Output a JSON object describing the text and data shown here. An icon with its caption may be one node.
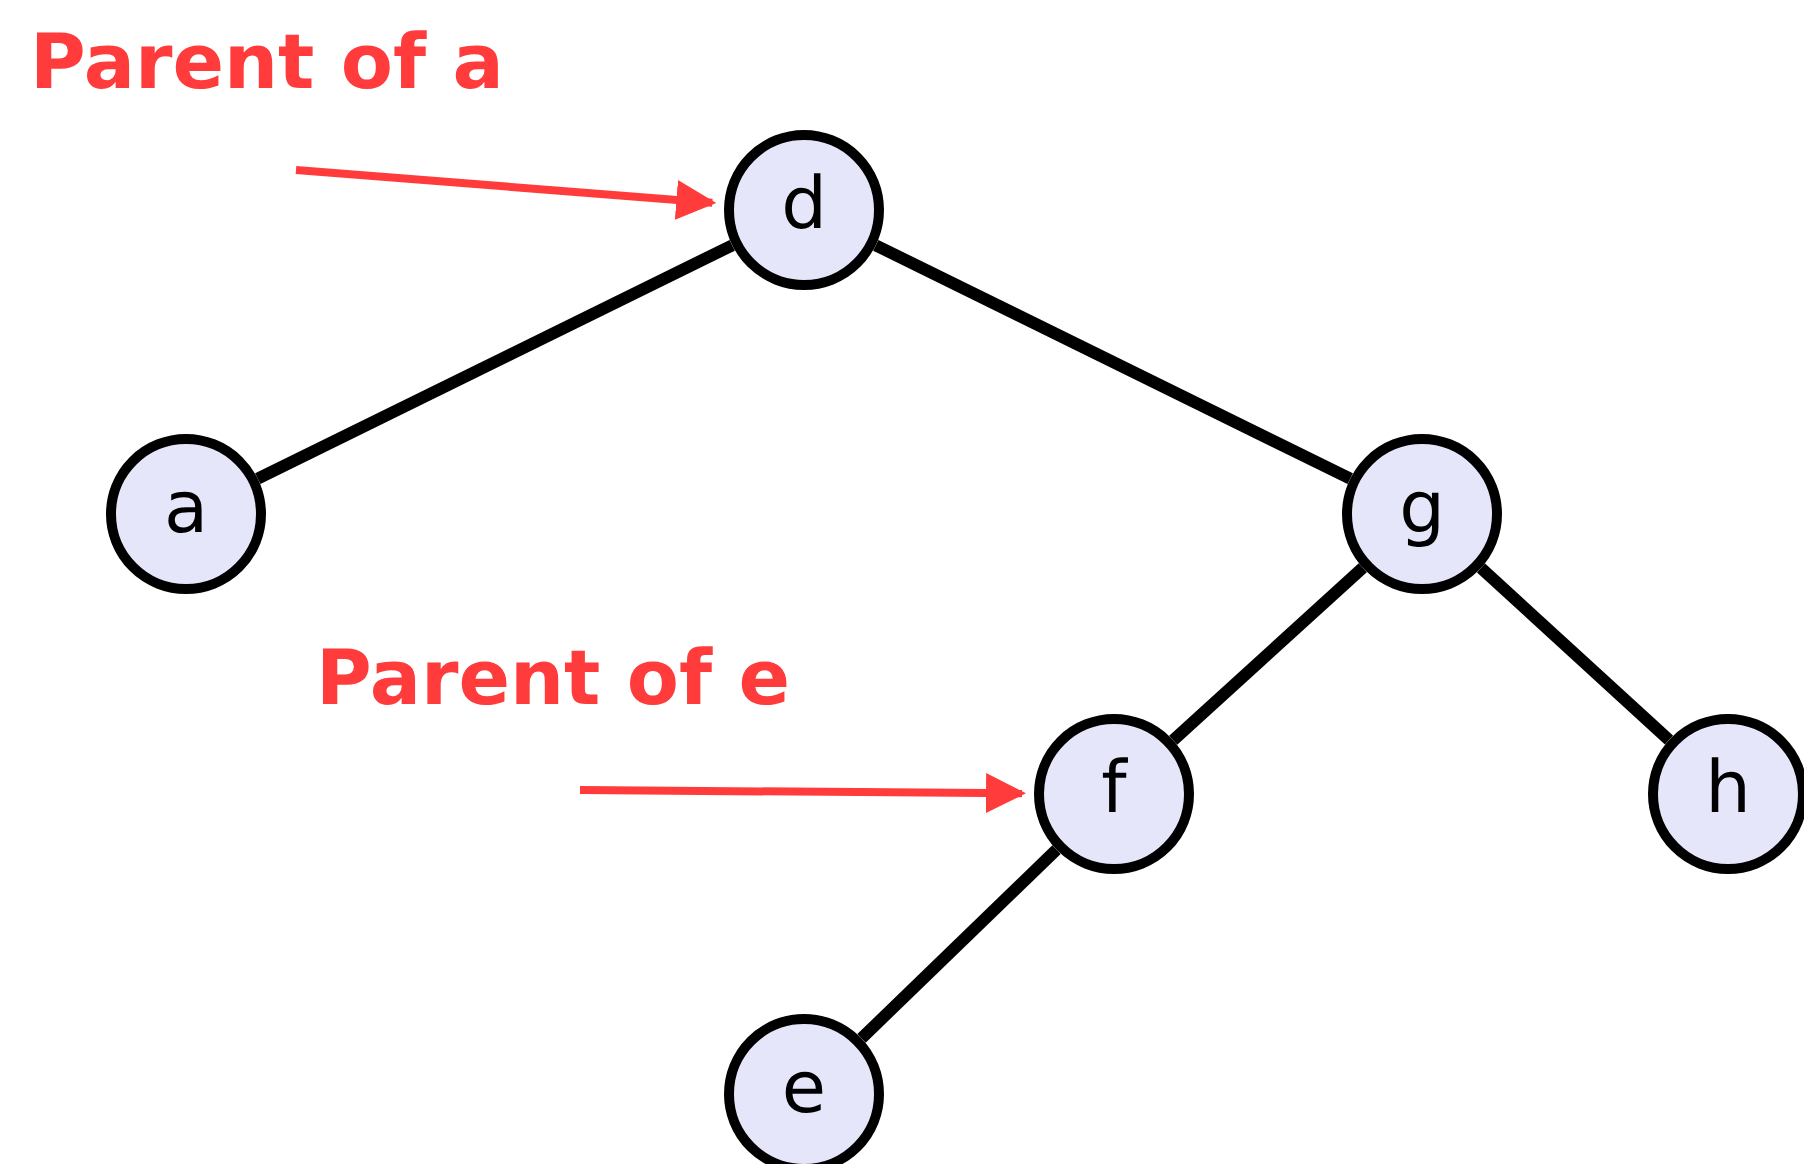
{
  "diagram": {
    "nodes": [
      {
        "text": [
          "d"
        ]
      },
      {
        "text": [
          "a"
        ]
      },
      {
        "text": [
          "g"
        ]
      },
      {
        "text": [
          "f"
        ]
      },
      {
        "text": [
          "h"
        ]
      },
      {
        "text": [
          "e"
        ]
      }
    ],
    "edges": [
      {
        "from": null,
        "to": 0,
        "arrow": "to",
        "color": "#ff3b3b"
      },
      {
        "from": 0,
        "to": 1,
        "arrow": "none"
      },
      {
        "from": 0,
        "to": 2,
        "arrow": "none"
      },
      {
        "from": 2,
        "to": 3,
        "arrow": "none"
      },
      {
        "from": 2,
        "to": 4,
        "arrow": "none"
      },
      {
        "from": null,
        "to": 3,
        "arrow": "to",
        "color": "#ff3b3b"
      },
      {
        "from": 3,
        "to": 5,
        "arrow": "none"
      }
    ],
    "labels": [
      "Parent of a",
      "Parent of e"
    ]
  }
}
